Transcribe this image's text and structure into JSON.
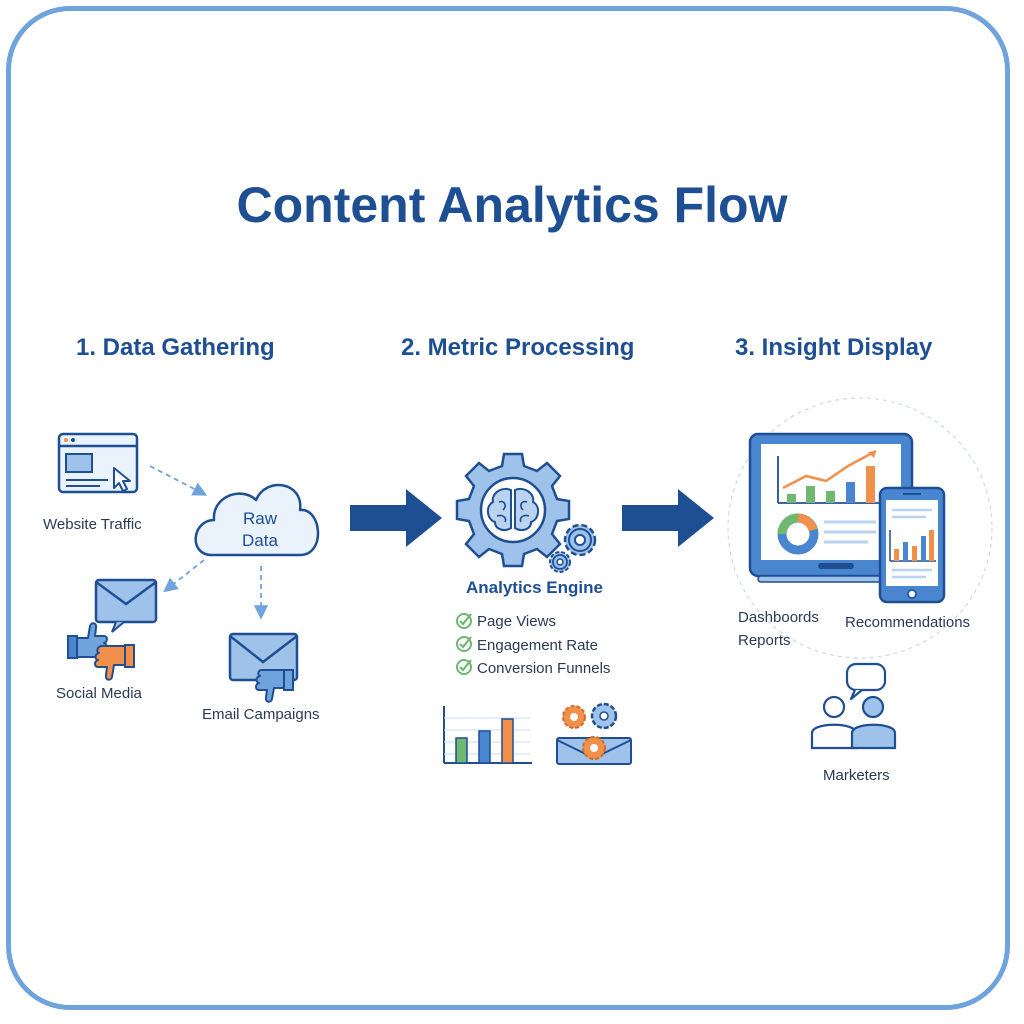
{
  "title": "Content Analytics Flow",
  "stages": [
    {
      "heading": "1. Data Gathering"
    },
    {
      "heading": "2. Metric Processing"
    },
    {
      "heading": "3. Insight Display"
    }
  ],
  "gathering": {
    "sources": {
      "website": "Website Traffic",
      "social": "Social Media",
      "email": "Email Campaigns"
    },
    "cloud": {
      "line1": "Raw",
      "line2": "Data"
    }
  },
  "processing": {
    "engine": "Analytics Engine",
    "metrics": [
      "Page Views",
      "Engagement Rate",
      "Conversion Funnels"
    ]
  },
  "display": {
    "dashboards": "Dashboords",
    "reports": "Reports",
    "recommendations": "Recommendations",
    "audience": "Marketers"
  },
  "colors": {
    "primary": "#1e4f93",
    "accent_blue": "#4a86d0",
    "light_blue": "#d7e6f7",
    "orange": "#f0904a",
    "green": "#6fb86f",
    "frame": "#6fa3dc"
  },
  "icons": {
    "browser": "browser-window-icon",
    "cloud": "cloud-icon",
    "social": "social-like-dislike-icon",
    "email": "envelope-icon",
    "engine": "gear-brain-icon",
    "check": "check-icon",
    "chart": "bar-chart-icon",
    "gears": "gears-envelope-icon",
    "monitor": "monitor-dashboard-icon",
    "phone": "phone-chart-icon",
    "people": "people-chat-icon",
    "arrow": "right-arrow-icon"
  }
}
